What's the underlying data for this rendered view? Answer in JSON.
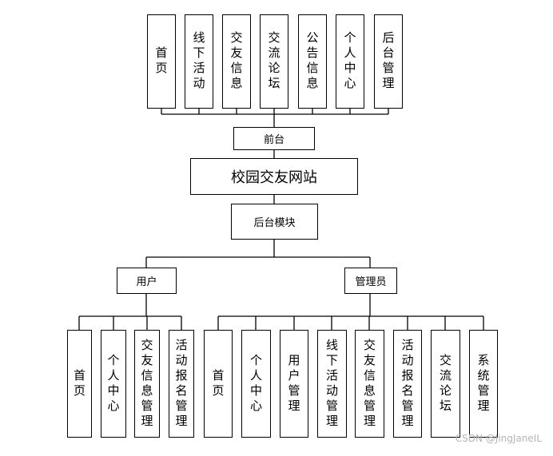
{
  "diagram": {
    "front_items": [
      "首页",
      "线下活动",
      "交友信息",
      "交流论坛",
      "公告信息",
      "个人中心",
      "后台管理"
    ],
    "front_label": "前台",
    "root_label": "校园交友网站",
    "backend_label": "后台模块",
    "user_label": "用户",
    "admin_label": "管理员",
    "user_items": [
      "首页",
      "个人中心",
      "交友信息管理",
      "活动报名管理"
    ],
    "admin_items": [
      "首页",
      "个人中心",
      "用户管理",
      "线下活动管理",
      "交友信息管理",
      "活动报名管理",
      "交流论坛",
      "系统管理"
    ]
  },
  "watermark": "CSDN @JingJaneIL"
}
